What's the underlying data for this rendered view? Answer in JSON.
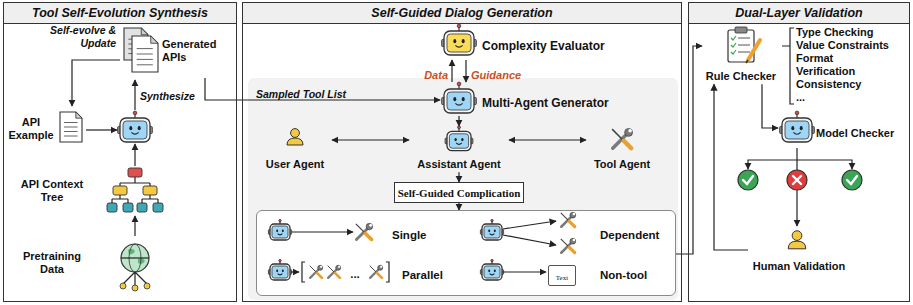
{
  "diagram": {
    "nodes": [
      {
        "text": [
          "Tool Self-Evolution Synthesis"
        ]
      },
      {
        "text": [
          "Generated APIs"
        ],
        "in": 0
      },
      {
        "text": [
          "API Example"
        ],
        "in": 0
      },
      {
        "text": [
          "API Context Tree"
        ],
        "in": 0
      },
      {
        "text": [
          "Pretraining Data"
        ],
        "in": 0
      },
      {
        "text": [
          "Self-Guided Dialog Generation"
        ]
      },
      {
        "text": [
          "Complexity Evaluator"
        ],
        "in": 5
      },
      {
        "text": [
          "Multi-Agent Generator"
        ],
        "in": 5
      },
      {
        "text": [
          "User Agent"
        ],
        "in": 5
      },
      {
        "text": [
          "Assistant Agent"
        ],
        "in": 5
      },
      {
        "text": [
          "Tool Agent"
        ],
        "in": 5
      },
      {
        "text": [
          "Self-Guided Complication"
        ],
        "in": 5
      },
      {
        "text": [
          "Single",
          "Dependent",
          "Parallel",
          "Non-tool"
        ],
        "in": 5
      },
      {
        "text": [
          "Text"
        ],
        "in": 12
      },
      {
        "text": [
          "Dual-Layer Validation"
        ]
      },
      {
        "text": [
          "Rule Checker"
        ],
        "in": 14
      },
      {
        "text": [
          "Model Checker"
        ],
        "in": 14
      },
      {
        "text": [
          "Human Validation"
        ],
        "in": 14
      }
    ],
    "edges": [
      {
        "from": 1,
        "to": 2,
        "arrow": "to",
        "label": "Self-evolve & Update"
      },
      {
        "from": 4,
        "to": 3,
        "arrow": "to"
      },
      {
        "from": 1,
        "to": 7,
        "arrow": "to",
        "label": "Sampled Tool List"
      },
      {
        "from": 7,
        "to": 6,
        "arrow": "to",
        "label": "Data"
      },
      {
        "from": 6,
        "to": 7,
        "arrow": "to",
        "label": "Guidance"
      },
      {
        "from": 7,
        "to": 9,
        "arrow": "to"
      },
      {
        "from": 8,
        "to": 9,
        "arrow": "both"
      },
      {
        "from": 9,
        "to": 10,
        "arrow": "both"
      },
      {
        "from": 9,
        "to": 11,
        "arrow": "to"
      },
      {
        "from": 11,
        "to": 12,
        "arrow": "to"
      },
      {
        "from": 12,
        "to": 15,
        "arrow": "to"
      },
      {
        "from": 15,
        "to": 16,
        "arrow": "to"
      },
      {
        "from": 16,
        "to": 17,
        "arrow": "to"
      },
      {
        "from": 17,
        "to": 15,
        "arrow": "to"
      }
    ],
    "labels": [
      "Synthesize",
      "...",
      "Type Checking",
      "Value Constraints",
      "Format Verification",
      "Consistency",
      "..."
    ]
  }
}
